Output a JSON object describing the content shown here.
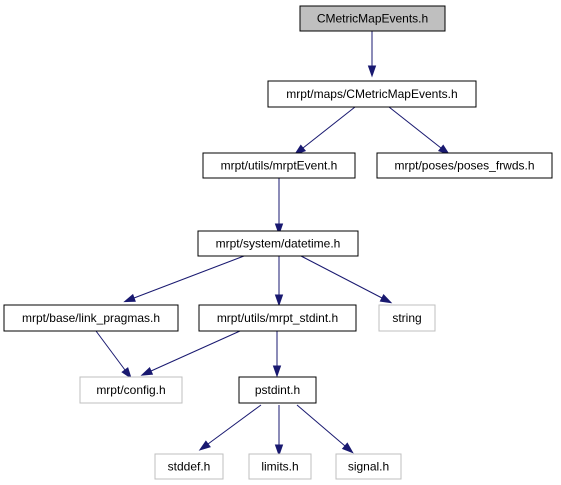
{
  "graph": {
    "colors": {
      "edge": "#191970",
      "root_fill": "#bfbfbf",
      "node_border": "#000000",
      "external_border": "#bfbfbf",
      "node_fill": "#ffffff"
    },
    "nodes": {
      "cmetricmapevents_h": {
        "label": "CMetricMapEvents.h",
        "kind": "root"
      },
      "maps_cmetricmapevents_h": {
        "label": "mrpt/maps/CMetricMapEvents.h",
        "kind": "internal"
      },
      "mrptevent_h": {
        "label": "mrpt/utils/mrptEvent.h",
        "kind": "internal"
      },
      "poses_frwds_h": {
        "label": "mrpt/poses/poses_frwds.h",
        "kind": "internal"
      },
      "datetime_h": {
        "label": "mrpt/system/datetime.h",
        "kind": "internal"
      },
      "link_pragmas_h": {
        "label": "mrpt/base/link_pragmas.h",
        "kind": "internal"
      },
      "mrpt_stdint_h": {
        "label": "mrpt/utils/mrpt_stdint.h",
        "kind": "internal"
      },
      "string": {
        "label": "string",
        "kind": "external"
      },
      "config_h": {
        "label": "mrpt/config.h",
        "kind": "external"
      },
      "pstdint_h": {
        "label": "pstdint.h",
        "kind": "internal"
      },
      "stddef_h": {
        "label": "stddef.h",
        "kind": "external"
      },
      "limits_h": {
        "label": "limits.h",
        "kind": "external"
      },
      "signal_h": {
        "label": "signal.h",
        "kind": "external"
      }
    },
    "edges": [
      {
        "from": "cmetricmapevents_h",
        "to": "maps_cmetricmapevents_h"
      },
      {
        "from": "maps_cmetricmapevents_h",
        "to": "mrptevent_h"
      },
      {
        "from": "maps_cmetricmapevents_h",
        "to": "poses_frwds_h"
      },
      {
        "from": "mrptevent_h",
        "to": "datetime_h"
      },
      {
        "from": "datetime_h",
        "to": "link_pragmas_h"
      },
      {
        "from": "datetime_h",
        "to": "mrpt_stdint_h"
      },
      {
        "from": "datetime_h",
        "to": "string"
      },
      {
        "from": "link_pragmas_h",
        "to": "config_h"
      },
      {
        "from": "mrpt_stdint_h",
        "to": "config_h"
      },
      {
        "from": "mrpt_stdint_h",
        "to": "pstdint_h"
      },
      {
        "from": "pstdint_h",
        "to": "stddef_h"
      },
      {
        "from": "pstdint_h",
        "to": "limits_h"
      },
      {
        "from": "pstdint_h",
        "to": "signal_h"
      }
    ]
  }
}
